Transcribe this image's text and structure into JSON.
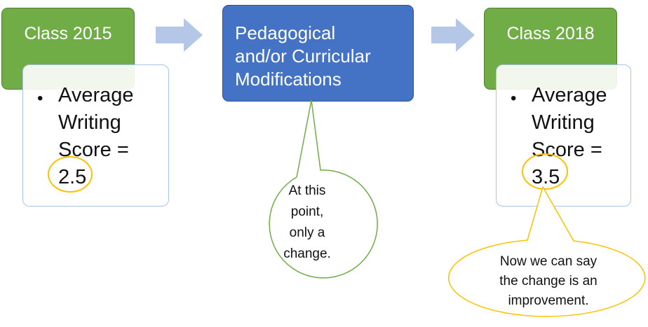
{
  "diagram": {
    "nodes": {
      "class_2015": {
        "title": "Class 2015",
        "bullet": "•",
        "lines": [
          "Average",
          "Writing",
          "Score =",
          "2.5"
        ]
      },
      "modifications": {
        "lines": [
          "Pedagogical",
          "and/or Curricular",
          "Modifications"
        ]
      },
      "class_2018": {
        "title": "Class 2018",
        "bullet": "•",
        "lines": [
          "Average",
          "Writing",
          "Score =",
          "3.5"
        ]
      }
    },
    "callouts": {
      "change": {
        "lines": [
          "At this",
          "point,",
          "only a",
          "change."
        ]
      },
      "improvement": {
        "lines": [
          "Now we can say",
          "the change is an",
          "improvement."
        ]
      }
    },
    "colors": {
      "green": "#70ad47",
      "blue": "#4472c4",
      "arrow": "#b4c7e7",
      "callout_green": "#70ad47",
      "callout_yellow": "#ffc000"
    }
  }
}
